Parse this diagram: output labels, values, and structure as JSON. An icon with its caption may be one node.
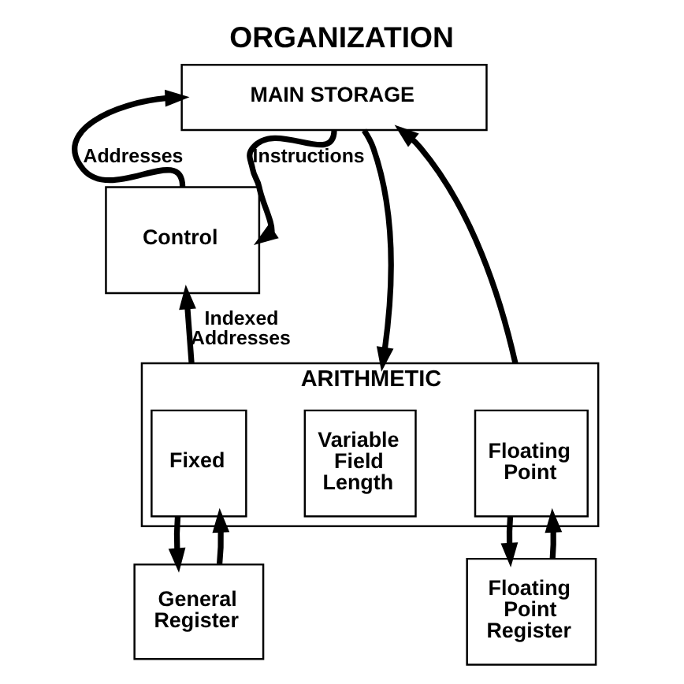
{
  "diagram": {
    "title": "ORGANIZATION",
    "nodes": [
      {
        "text": [
          "MAIN STORAGE"
        ]
      },
      {
        "text": [
          "Control"
        ]
      },
      {
        "text": [
          "ARITHMETIC"
        ]
      },
      {
        "text": [
          "Fixed"
        ],
        "in": 2
      },
      {
        "text": [
          "Variable Field Length"
        ],
        "in": 2
      },
      {
        "text": [
          "Floating Point"
        ],
        "in": 2
      },
      {
        "text": [
          "General Register"
        ]
      },
      {
        "text": [
          "Floating Point Register"
        ]
      }
    ],
    "edges": [
      {
        "from": 1,
        "to": 0,
        "arrow": "to",
        "label": "Addresses"
      },
      {
        "from": 0,
        "to": 1,
        "arrow": "to",
        "label": "Instructions"
      },
      {
        "from": 0,
        "to": 2,
        "arrow": "to"
      },
      {
        "from": 2,
        "to": 0,
        "arrow": "to"
      },
      {
        "from": 2,
        "to": 1,
        "arrow": "to",
        "label": "Indexed Addresses"
      },
      {
        "from": 3,
        "to": 6,
        "arrow": "to"
      },
      {
        "from": 6,
        "to": 3,
        "arrow": "to"
      },
      {
        "from": 5,
        "to": 7,
        "arrow": "to"
      },
      {
        "from": 7,
        "to": 5,
        "arrow": "to"
      }
    ]
  }
}
